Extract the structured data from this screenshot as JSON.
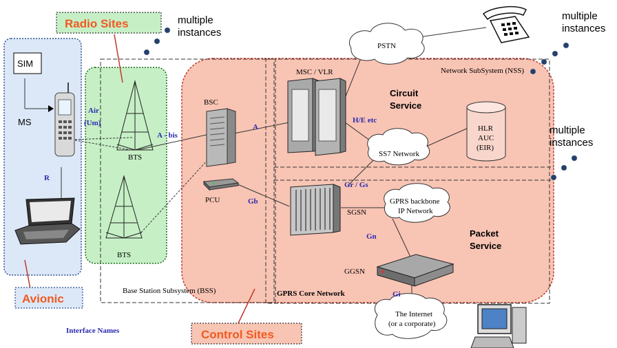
{
  "callouts": {
    "radio_sites": "Radio Sites",
    "avionic": "Avionic",
    "control_sites": "Control Sites"
  },
  "instances": {
    "line1": "multiple",
    "line2": "instances"
  },
  "regions": {
    "ms": "MS",
    "nss": "Network SubSystem (NSS)",
    "bss": "Base Station Subsystem (BSS)",
    "gprs_core": "GPRS Core Network"
  },
  "services": {
    "circuit_1": "Circuit",
    "circuit_2": "Service",
    "packet_1": "Packet",
    "packet_2": "Service"
  },
  "elements": {
    "sim": "SIM",
    "bts_1": "BTS",
    "bts_2": "BTS",
    "bsc": "BSC",
    "pcu": "PCU",
    "msc_vlr": "MSC / VLR",
    "pstn": "PSTN",
    "hlr_1": "HLR",
    "hlr_2": "AUC",
    "hlr_3": "(EIR)",
    "ss7": "SS7 Network",
    "sgsn": "SGSN",
    "gprs_bb_1": "GPRS backbone",
    "gprs_bb_2": "IP Network",
    "ggsn": "GGSN",
    "internet_1": "The Internet",
    "internet_2": "(or a corporate)"
  },
  "interfaces": {
    "air_1": "Air",
    "air_2": "(Um)",
    "r": "R",
    "abis": "A - bis",
    "a": "A",
    "he": "H/E etc",
    "gr_gs": "Gr / Gs",
    "gb": "Gb",
    "gn": "Gn",
    "gi": "Gi"
  },
  "legend": "Interface Names",
  "colors": {
    "callout_text": "#f05a1e",
    "interface_text": "#2a2ab0",
    "ms_fill": "#dce8f7",
    "radio_fill": "#c6efc6",
    "control_fill": "#f8c4b4",
    "node_dot": "#23406e"
  }
}
